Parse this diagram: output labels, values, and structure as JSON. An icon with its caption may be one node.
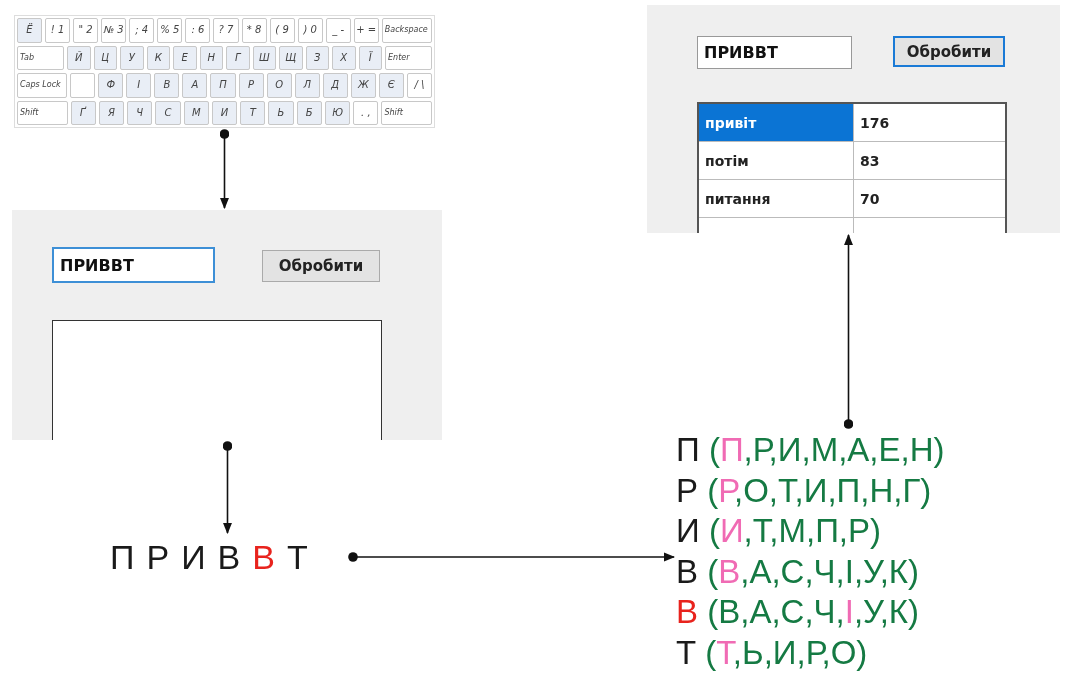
{
  "diagram": {
    "nodes": [
      {
        "text": [],
        "shape": "picture"
      },
      {
        "text": [],
        "shape": "box"
      },
      {
        "text": [
          "ПРИВВТ"
        ],
        "in": 1
      },
      {
        "text": [
          "Обробити"
        ],
        "in": 1
      },
      {
        "text": [],
        "shape": "box",
        "in": 1
      },
      {
        "text": [
          "П",
          "Р",
          "И",
          "В",
          "В",
          "Т"
        ]
      },
      {
        "text": [],
        "shape": "box"
      },
      {
        "text": [
          "ПРИВВТ"
        ],
        "in": 6
      },
      {
        "text": [
          "Обробити"
        ],
        "in": 6
      },
      {
        "text": [
          "привіт",
          "176",
          "потім",
          "83",
          "питання",
          "70"
        ],
        "in": 6
      },
      {
        "text": [
          "П (П,Р,И,М,А,Е,Н)",
          "Р (Р,О,Т,И,П,Н,Г)",
          "И (И,Т,М,П,Р)",
          "В (В,А,С,Ч,І,У,К)",
          "В (В,А,С,Ч,І,У,К)",
          "Т (Т,Ь,И,Р,О)"
        ]
      }
    ],
    "edges": [
      {
        "from": 0,
        "to": 1,
        "arrow": "to"
      },
      {
        "from": 1,
        "to": 5,
        "arrow": "to"
      },
      {
        "from": 5,
        "to": 10,
        "arrow": "to"
      },
      {
        "from": 10,
        "to": 6,
        "arrow": "to"
      }
    ],
    "labels": [
      "Ё",
      "! 1",
      "\" 2",
      "№ 3",
      "; 4",
      "% 5",
      ": 6",
      "? 7",
      "* 8",
      "( 9",
      ") 0",
      "_ -",
      "+ =",
      "Backspace",
      "Tab",
      "Й",
      "Ц",
      "У",
      "К",
      "Е",
      "Н",
      "Г",
      "Ш",
      "Щ",
      "З",
      "Х",
      "Ї",
      "Enter",
      "Caps Lock",
      "Ф",
      "І",
      "В",
      "А",
      "П",
      "Р",
      "О",
      "Л",
      "Д",
      "Ж",
      "Є",
      "/ \\",
      "Shift",
      "Ґ",
      "Я",
      "Ч",
      "С",
      "М",
      "И",
      "Т",
      "Ь",
      "Б",
      "Ю",
      ". ,",
      "Shift"
    ]
  }
}
